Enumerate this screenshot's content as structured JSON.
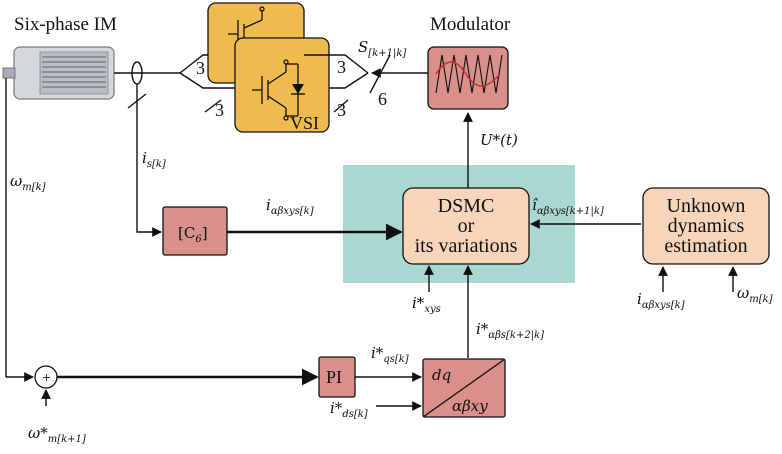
{
  "labels": {
    "motor_title": "Six-phase IM",
    "modulator_title": "Modulator",
    "vsi": "VSI",
    "n3": "3",
    "n6": "6",
    "pi": "PI",
    "dsmc_l1": "DSMC",
    "dsmc_l2": "or",
    "dsmc_l3": "its variations",
    "unknown_l1": "Unknown",
    "unknown_l2": "dynamics",
    "unknown_l3": "estimation",
    "c6_main": "[C",
    "c6_sub": "6",
    "c6_close": "]",
    "dq": "dq",
    "albexy": "αβxy",
    "plus": "+"
  },
  "math": {
    "S_main": "S",
    "S_sub": "[k+1|k]",
    "U": "U*(t)",
    "is_main": "i",
    "is_sub": "s[k]",
    "omega_main": "ω",
    "omega_sub": "m[k]",
    "i_ab_main": "i",
    "i_ab_sub": "αβxys[k]",
    "i_hat_main": "î",
    "i_hat_sub": "αβxys[k+1|k]",
    "ixys_main": "i*",
    "ixys_sub": "xys",
    "ias_main": "i*",
    "ias_sub": "αβs[k+2|k]",
    "iqs_main": "i*",
    "iqs_sub": "qs[k]",
    "ids_main": "i*",
    "ids_sub": "ds[k]",
    "omega_ref_main": "ω*",
    "omega_ref_sub": "m[k+1]",
    "est_in1_main": "i",
    "est_in1_sub": "αβxys[k]",
    "est_in2_main": "ω",
    "est_in2_sub": "m[k]"
  },
  "colors": {
    "vsi_fill": "#f0bb4e",
    "modulator_fill": "#d98f8a",
    "box_fill": "#f8d5ba",
    "teal_fill": "#a8d8d0",
    "pink_fill": "#d98f8a"
  }
}
